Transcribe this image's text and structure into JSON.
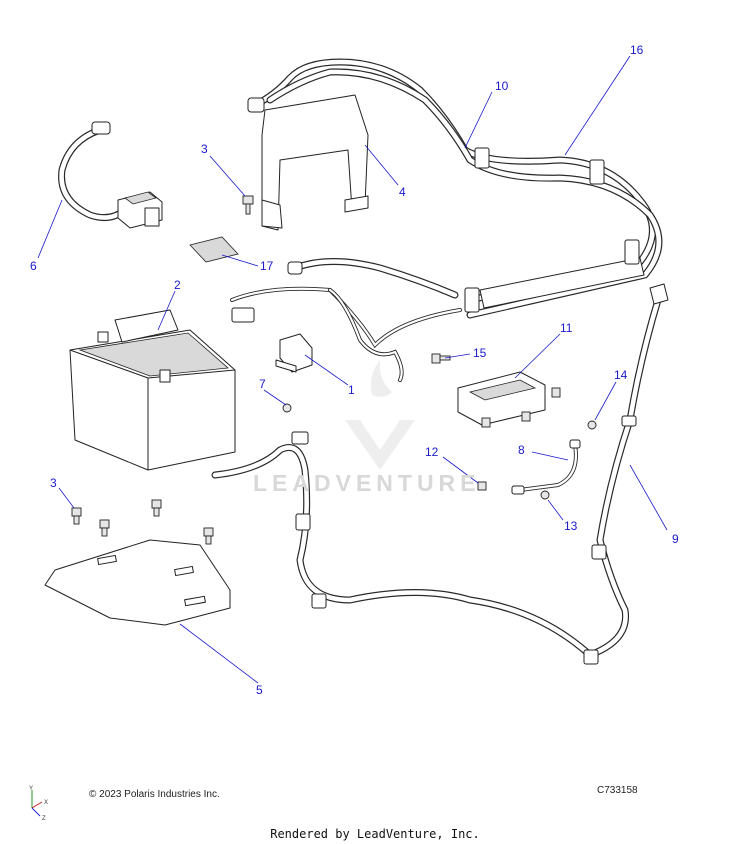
{
  "callouts": [
    {
      "id": "c1",
      "text": "1"
    },
    {
      "id": "c2",
      "text": "2"
    },
    {
      "id": "c3a",
      "text": "3"
    },
    {
      "id": "c3b",
      "text": "3"
    },
    {
      "id": "c4",
      "text": "4"
    },
    {
      "id": "c5",
      "text": "5"
    },
    {
      "id": "c6",
      "text": "6"
    },
    {
      "id": "c7",
      "text": "7"
    },
    {
      "id": "c8",
      "text": "8"
    },
    {
      "id": "c9",
      "text": "9"
    },
    {
      "id": "c10",
      "text": "10"
    },
    {
      "id": "c11",
      "text": "11"
    },
    {
      "id": "c12",
      "text": "12"
    },
    {
      "id": "c13",
      "text": "13"
    },
    {
      "id": "c14",
      "text": "14"
    },
    {
      "id": "c15",
      "text": "15"
    },
    {
      "id": "c16",
      "text": "16"
    },
    {
      "id": "c17",
      "text": "17"
    }
  ],
  "copyright": "© 2023 Polaris Industries Inc.",
  "diagram_code": "C733158",
  "footer": "Rendered by LeadVenture, Inc.",
  "watermark": "LEADVENTURE",
  "axis_labels": {
    "y": "Y",
    "x": "X",
    "z": "Z"
  },
  "colors": {
    "callout": "#1a1acc",
    "line_art": "#222222",
    "watermark": "#d8d8d8"
  }
}
